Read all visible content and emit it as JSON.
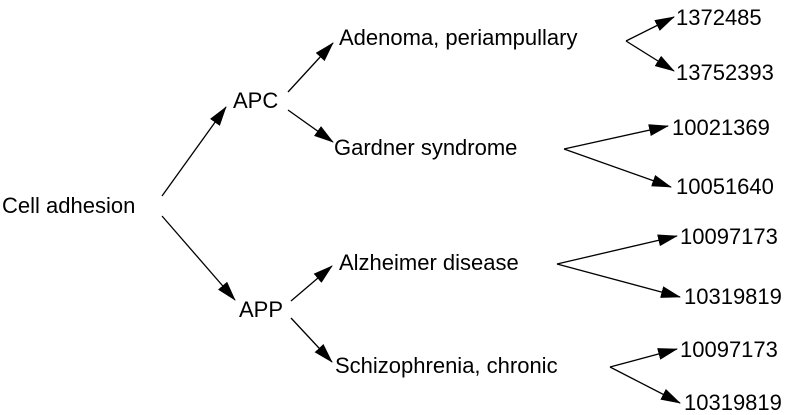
{
  "diagram": {
    "root": {
      "label": "Cell adhesion"
    },
    "genes": [
      {
        "label": "APC"
      },
      {
        "label": "APP"
      }
    ],
    "diseases": [
      {
        "label": "Adenoma, periampullary"
      },
      {
        "label": "Gardner syndrome"
      },
      {
        "label": "Alzheimer disease"
      },
      {
        "label": "Schizophrenia, chronic"
      }
    ],
    "references": [
      {
        "label": "1372485"
      },
      {
        "label": "13752393"
      },
      {
        "label": "10021369"
      },
      {
        "label": "10051640"
      },
      {
        "label": "10097173"
      },
      {
        "label": "10319819"
      },
      {
        "label": "10097173"
      },
      {
        "label": "10319819"
      }
    ]
  }
}
